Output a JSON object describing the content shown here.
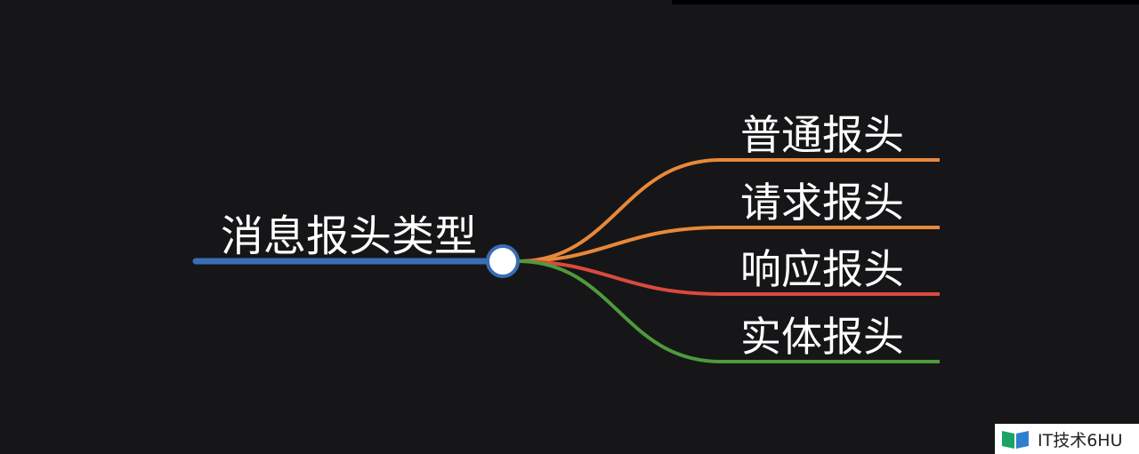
{
  "mindmap": {
    "root": {
      "label": "消息报头类型",
      "color": "#3a6db5"
    },
    "branches": [
      {
        "label": "普通报头",
        "color": "#e8883a"
      },
      {
        "label": "请求报头",
        "color": "#e8883a"
      },
      {
        "label": "响应报头",
        "color": "#d94a3d"
      },
      {
        "label": "实体报头",
        "color": "#4e9a3c"
      }
    ]
  },
  "watermark": {
    "text": "IT技术6HU"
  },
  "colors": {
    "background": "#161618",
    "text": "#ffffff",
    "node_fill": "#ffffff",
    "node_stroke": "#3a6db5"
  }
}
